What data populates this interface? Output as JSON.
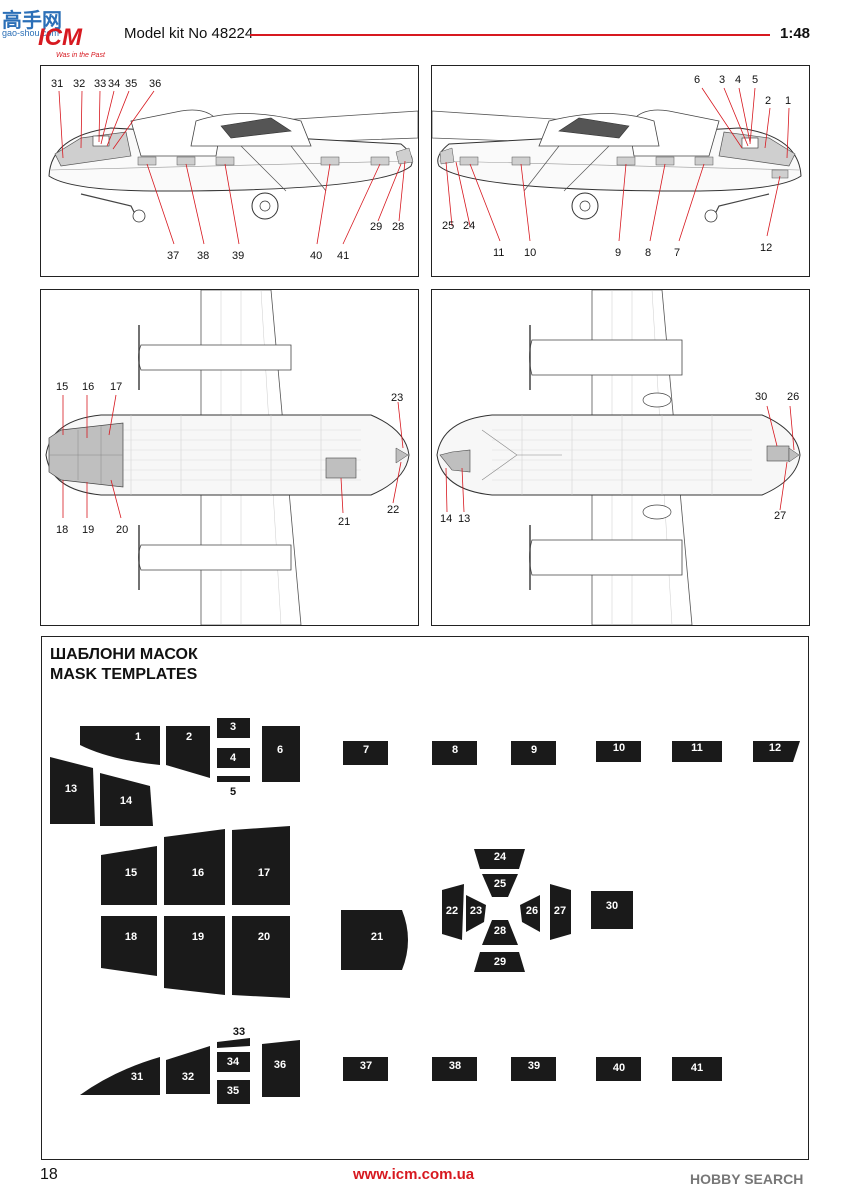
{
  "header": {
    "watermark_main": "高手网",
    "watermark_sub": "gao-shou.com",
    "brand": "ICM",
    "tagline": "Was in the Past",
    "model_kit": "Model kit No 48224",
    "scale": "1:48"
  },
  "panels": {
    "left_side": {
      "top_labels": [
        "31",
        "32",
        "33",
        "34",
        "35",
        "36"
      ],
      "bottom_labels": [
        "37",
        "38",
        "39",
        "40",
        "41",
        "29",
        "28"
      ]
    },
    "right_side": {
      "top_labels": [
        "6",
        "3",
        "4",
        "5",
        "2",
        "1"
      ],
      "bottom_labels": [
        "25",
        "24",
        "11",
        "10",
        "9",
        "8",
        "7",
        "12"
      ]
    },
    "top_view": {
      "labels": [
        "15",
        "16",
        "17",
        "23",
        "18",
        "19",
        "20",
        "21",
        "22"
      ]
    },
    "bottom_view": {
      "labels": [
        "30",
        "26",
        "14",
        "13",
        "27"
      ]
    }
  },
  "mask_templates": {
    "title_ua": "ШАБЛОНИ МАСОК",
    "title_en": "MASK TEMPLATES",
    "masks": [
      "1",
      "2",
      "3",
      "4",
      "5",
      "6",
      "7",
      "8",
      "9",
      "10",
      "11",
      "12",
      "13",
      "14",
      "15",
      "16",
      "17",
      "18",
      "19",
      "20",
      "21",
      "22",
      "23",
      "24",
      "25",
      "26",
      "27",
      "28",
      "29",
      "30",
      "31",
      "32",
      "33",
      "34",
      "35",
      "36",
      "37",
      "38",
      "39",
      "40",
      "41"
    ]
  },
  "footer": {
    "page_number": "18",
    "url": "www.icm.com.ua",
    "hobby_search": "HOBBY SEARCH"
  }
}
